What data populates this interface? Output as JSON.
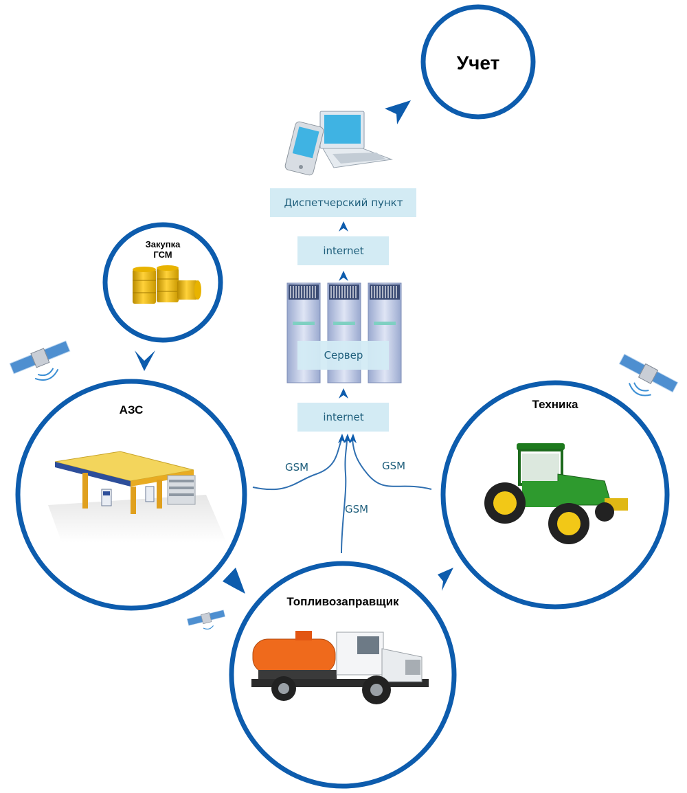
{
  "nodes": {
    "uchet": "Учет",
    "zakupka_line1": "Закупка",
    "zakupka_line2": "ГСМ",
    "azs": "АЗС",
    "tekhnika": "Техника",
    "toplivo": "Топливозаправщик"
  },
  "boxes": {
    "dispatcher": "Диспетчерский пункт",
    "internet_top": "internet",
    "server": "Сервер",
    "internet_bottom": "internet"
  },
  "gsm": {
    "left": "GSM",
    "middle": "GSM",
    "right": "GSM"
  },
  "colors": {
    "ring": "#0d5cad",
    "box_fill": "#d3ebf4",
    "arrow": "#0d5cad",
    "wire": "#2f6fb0"
  }
}
